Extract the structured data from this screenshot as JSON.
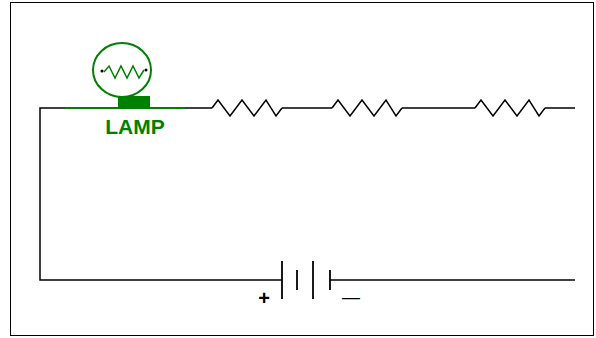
{
  "diagram": {
    "labels": [
      "LAMP",
      "+",
      "—"
    ]
  }
}
